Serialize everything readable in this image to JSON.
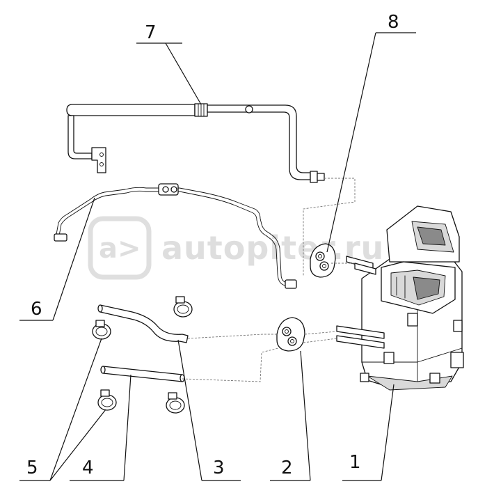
{
  "watermark": {
    "text": "autopiter.ru",
    "logo_glyph": "a>"
  },
  "callouts": [
    {
      "id": "1",
      "label": "1"
    },
    {
      "id": "2",
      "label": "2"
    },
    {
      "id": "3",
      "label": "3"
    },
    {
      "id": "4",
      "label": "4"
    },
    {
      "id": "5",
      "label": "5"
    },
    {
      "id": "6",
      "label": "6"
    },
    {
      "id": "7",
      "label": "7"
    },
    {
      "id": "8",
      "label": "8"
    }
  ]
}
